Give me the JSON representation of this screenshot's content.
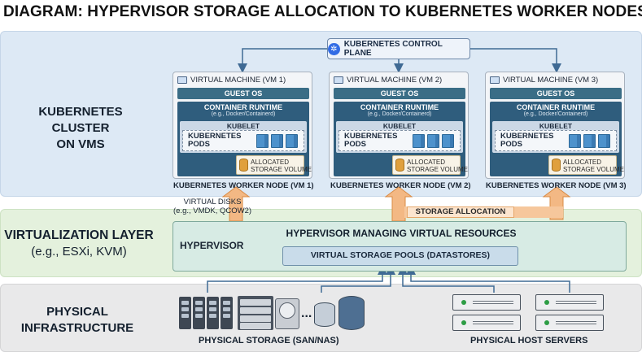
{
  "title": "DIAGRAM: HYPERVISOR STORAGE ALLOCATION TO KUBERNETES WORKER NODES",
  "layers": {
    "k8s": {
      "label_line1": "KUBERNETES CLUSTER",
      "label_line2": "ON VMS"
    },
    "virtualization": {
      "label": "VIRTUALIZATION LAYER",
      "sub": "(e.g., ESXi, KVM)"
    },
    "physical": {
      "label_line1": "PHYSICAL",
      "label_line2": "INFRASTRUCTURE"
    }
  },
  "control_plane": {
    "label": "KUBERNETES CONTROL PLANE",
    "icon": "kubernetes-helm-icon"
  },
  "vms": [
    {
      "header": "VIRTUAL MACHINE (VM 1)",
      "node_label": "KUBERNETES WORKER NODE (VM 1)"
    },
    {
      "header": "VIRTUAL MACHINE (VM 2)",
      "node_label": "KUBERNETES WORKER NODE (VM 2)"
    },
    {
      "header": "VIRTUAL MACHINE (VM 3)",
      "node_label": "KUBERNETES WORKER NODE (VM 3)"
    }
  ],
  "vm_common": {
    "guest_os": "GUEST OS",
    "runtime_title": "CONTAINER RUNTIME",
    "runtime_sub": "(e.g., Docker/Containerd)",
    "kubelet": "KUBELET",
    "pods_line1": "KUBERNETES",
    "pods_line2": "PODS",
    "storage_line1": "ALLOCATED",
    "storage_line2": "STORAGE VOLUME"
  },
  "virtual_disks": {
    "line1": "VIRTUAL DISKS",
    "line2": "(e.g., VMDK, QCOW2)"
  },
  "storage_allocation": "STORAGE ALLOCATION",
  "hypervisor": {
    "label": "HYPERVISOR",
    "title": "HYPERVISOR MANAGING VIRTUAL RESOURCES",
    "pools": "VIRTUAL STORAGE POOLS (DATASTORES)"
  },
  "physical": {
    "storage_label": "PHYSICAL STORAGE (SAN/NAS)",
    "servers_label": "PHYSICAL HOST SERVERS",
    "ellipsis": "..."
  },
  "colors": {
    "k8s_band": "#dde9f5",
    "virt_band": "#e4f1dd",
    "phys_band": "#e9e9ea",
    "runtime": "#2f5d7d",
    "arrow_blue": "#3f6a94",
    "arrow_orange": "#f2b27a"
  }
}
